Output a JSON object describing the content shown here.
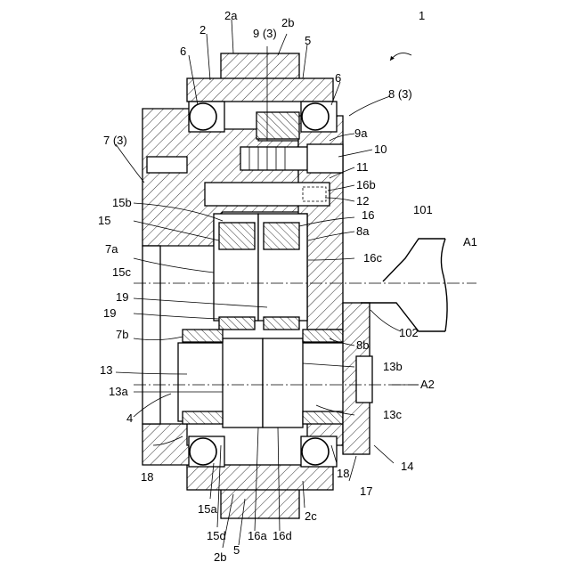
{
  "figure_number": "1",
  "labels": {
    "l_1": "1",
    "l_2": "2",
    "l_2a": "2a",
    "l_2b_top": "2b",
    "l_9_3": "9 (3)",
    "l_5_top": "5",
    "l_6_left": "6",
    "l_6_right": "6",
    "l_8_3": "8 (3)",
    "l_7_3": "7 (3)",
    "l_9a": "9a",
    "l_10": "10",
    "l_11": "11",
    "l_16b": "16b",
    "l_12": "12",
    "l_15b": "15b",
    "l_15": "15",
    "l_16": "16",
    "l_101": "101",
    "l_A1": "A1",
    "l_8a": "8a",
    "l_7a": "7a",
    "l_16c": "16c",
    "l_15c": "15c",
    "l_19_a": "19",
    "l_19_b": "19",
    "l_102": "102",
    "l_7b": "7b",
    "l_8b": "8b",
    "l_13": "13",
    "l_13b": "13b",
    "l_13a": "13a",
    "l_A2": "A2",
    "l_4": "4",
    "l_13c": "13c",
    "l_14": "14",
    "l_18_left": "18",
    "l_18_right": "18",
    "l_17": "17",
    "l_15a": "15a",
    "l_2c": "2c",
    "l_15d": "15d",
    "l_16a": "16a",
    "l_16d": "16d",
    "l_2b_bottom": "2b",
    "l_5_bottom": "5"
  }
}
